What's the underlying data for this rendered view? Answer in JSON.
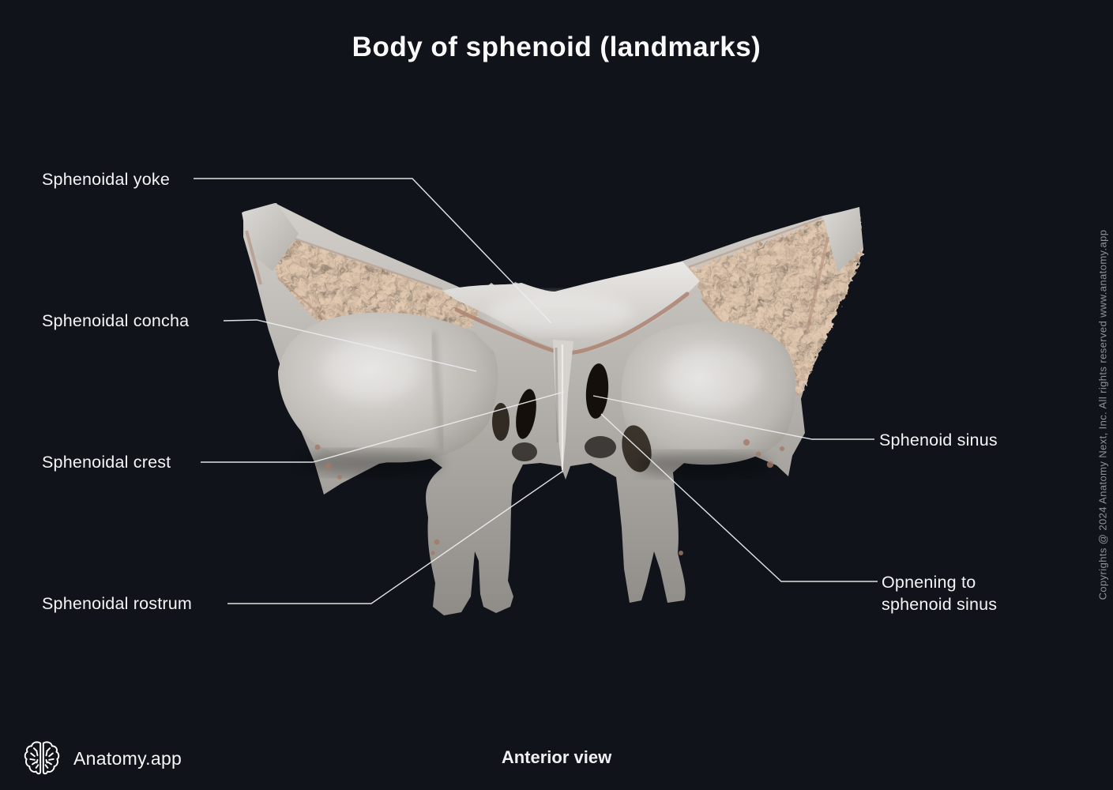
{
  "header": {
    "title": "Body of sphenoid (landmarks)"
  },
  "figure": {
    "description": "Sphenoid bone, anterior view, 3D render"
  },
  "labels": [
    {
      "id": "sphenoidal-yoke",
      "text": "Sphenoidal yoke",
      "side": "left"
    },
    {
      "id": "sphenoidal-concha",
      "text": "Sphenoidal concha",
      "side": "left"
    },
    {
      "id": "sphenoidal-crest",
      "text": "Sphenoidal crest",
      "side": "left"
    },
    {
      "id": "sphenoidal-rostrum",
      "text": "Sphenoidal rostrum",
      "side": "left"
    },
    {
      "id": "sphenoid-sinus",
      "text": "Sphenoid sinus",
      "side": "right"
    },
    {
      "id": "opening-to-sphenoid-sinus",
      "text": "Opnening to\nsphenoid sinus",
      "side": "right"
    }
  ],
  "footer": {
    "brand": "Anatomy.app",
    "view_label": "Anterior view"
  },
  "copyright": "Copyrights @ 2024 Anatomy Next, Inc. All rights reserved www.anatomy.app",
  "colors": {
    "background": "#10141a",
    "text_primary": "#f4f4f6",
    "copyright_text": "#8f9296",
    "leader_line": "#ececee",
    "bone_highlight": "#e9e7e4",
    "bone_base": "#c2bfba",
    "bone_shadow": "#8c8984",
    "trabecular_tint": "#cfa88f",
    "cut_edge_pink": "#ab8270",
    "opening_dark": "#140f0a"
  }
}
